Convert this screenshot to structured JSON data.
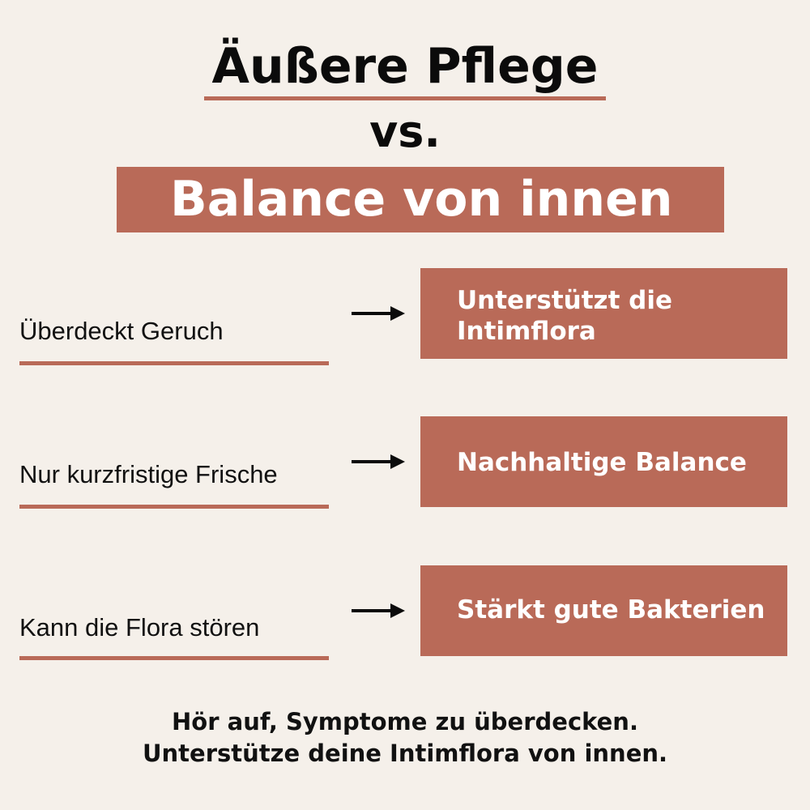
{
  "header": {
    "title": "Äußere Pflege",
    "vs": "vs.",
    "banner": "Balance von innen"
  },
  "rows": [
    {
      "left": "Überdeckt Geruch",
      "right_line1": "Unterstützt die",
      "right_line2": "Intimflora"
    },
    {
      "left": "Nur kurzfristige Frische",
      "right_line1": "Nachhaltige Balance",
      "right_line2": ""
    },
    {
      "left": "Kann die Flora stören",
      "right_line1": "Stärkt gute Bakterien",
      "right_line2": ""
    }
  ],
  "footer": {
    "line1": "Hör auf, Symptome zu überdecken.",
    "line2": "Unterstütze deine Intimflora von innen."
  },
  "colors": {
    "background": "#f5f0ea",
    "accent": "#b96a58",
    "text": "#0b0b0b",
    "box_text": "#ffffff"
  },
  "icons": {
    "arrow": "arrow-right-icon"
  }
}
